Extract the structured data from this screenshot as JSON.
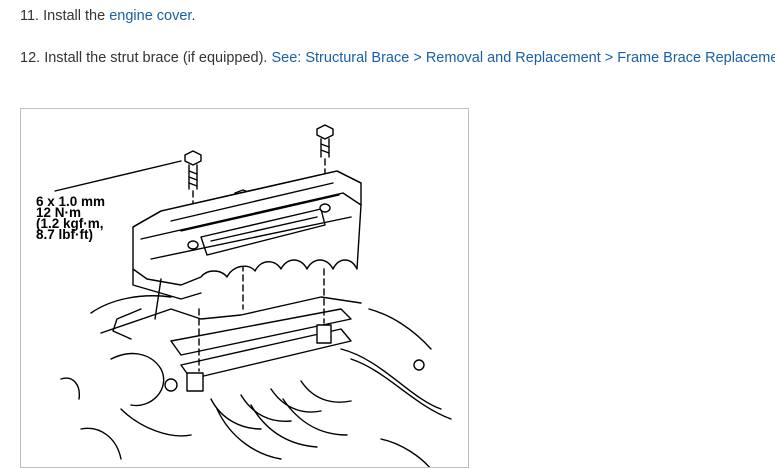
{
  "steps": [
    {
      "number": "11.",
      "text": "Install the",
      "link_text": "engine cover",
      "suffix": "."
    },
    {
      "number": "12.",
      "text": "Install the strut brace (if equipped).",
      "link_text": "See: Structural Brace > Removal and Replacement > Frame Brace Replacement",
      "suffix": ""
    }
  ],
  "figure": {
    "spec_lines": [
      "6 x 1.0 mm",
      "12 N·m",
      "(1.2 kgf·m,",
      "8.7 lbf·ft)"
    ]
  },
  "colors": {
    "link": "#1a5fa8",
    "text": "#333333",
    "figure_border": "#bfbfbf"
  }
}
